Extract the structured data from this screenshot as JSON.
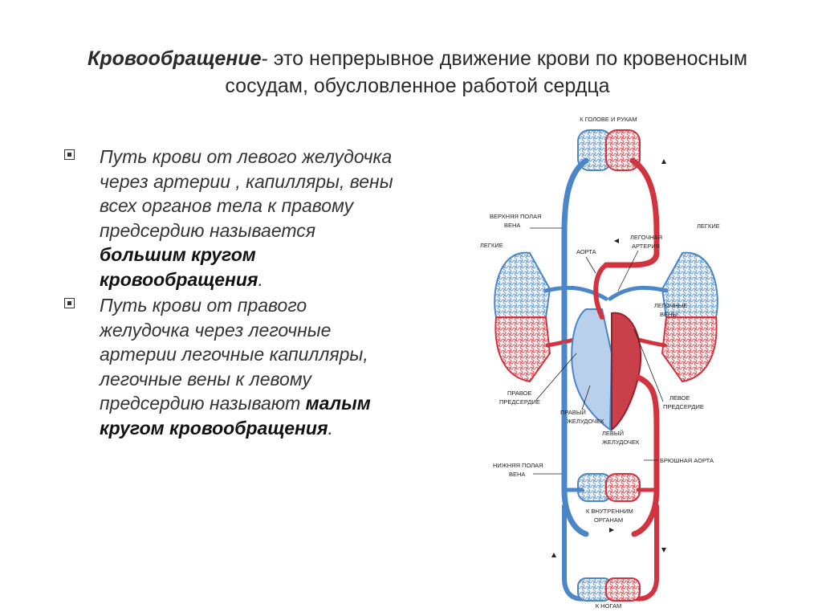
{
  "slide": {
    "title_term": "Кровообращение",
    "title_rest": "- это непрерывное движение крови по кровеносным сосудам, обусловленное работой сердца",
    "bullets": [
      {
        "text_before": "Путь крови от левого желудочка через артерии , капилляры, вены всех органов тела к правому предсердию называется ",
        "bold": "большим кругом кровообращения",
        "text_after": "."
      },
      {
        "text_before": "Путь крови от правого желудочка через легочные артерии легочные капилляры, легочные вены к левому предсердию называют ",
        "bold": "малым кругом кровообращения",
        "text_after": "."
      }
    ]
  },
  "diagram": {
    "labels": {
      "head_arms": "К ГОЛОВЕ И РУКАМ",
      "superior_vena_cava_1": "ВЕРХНЯЯ ПОЛАЯ",
      "superior_vena_cava_2": "ВЕНА",
      "lungs_left": "ЛЕГКИЕ",
      "lungs_right": "ЛЕГКИЕ",
      "aorta": "АОРТА",
      "pulmonary_artery_1": "ЛЕГОЧНАЯ",
      "pulmonary_artery_2": "АРТЕРИЯ",
      "pulmonary_veins_1": "ЛЕГОЧНЫЕ",
      "pulmonary_veins_2": "ВЕНЫ",
      "right_atrium_1": "ПРАВОЕ",
      "right_atrium_2": "ПРЕДСЕРДИЕ",
      "left_atrium_1": "ЛЕВОЕ",
      "left_atrium_2": "ПРЕДСЕРДИЕ",
      "right_ventricle_1": "ПРАВЫЙ",
      "right_ventricle_2": "ЖЕЛУДОЧЕК",
      "left_ventricle_1": "ЛЕВЫЙ",
      "left_ventricle_2": "ЖЕЛУДОЧЕК",
      "abdominal_aorta": "БРЮШНАЯ АОРТА",
      "inferior_vena_cava_1": "НИЖНЯЯ ПОЛАЯ",
      "inferior_vena_cava_2": "ВЕНА",
      "internal_organs_1": "К ВНУТРЕННИМ",
      "internal_organs_2": "ОРГАНАМ",
      "legs": "К НОГАМ"
    },
    "colors": {
      "arterial": "#d2343f",
      "venous": "#4a86c8",
      "text": "#222222"
    }
  }
}
